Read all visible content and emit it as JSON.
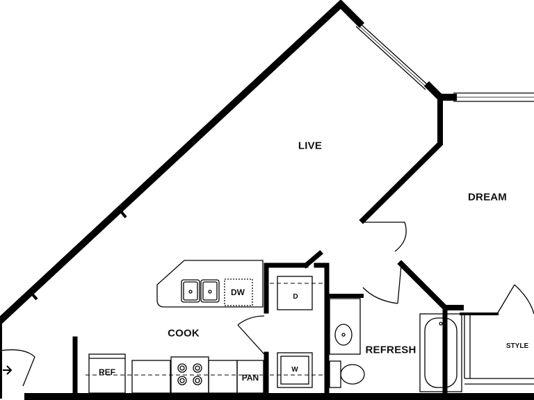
{
  "rooms": {
    "live": "LIVE",
    "dream": "DREAM",
    "cook": "COOK",
    "refresh": "REFRESH",
    "style": "STYLE"
  },
  "appliances": {
    "dishwasher": "DW",
    "dryer": "D",
    "washer": "W",
    "refrigerator": "REF",
    "pantry": "PAN"
  },
  "icons": {
    "entry": "arrow-right-icon"
  },
  "colors": {
    "wall": "#000000",
    "background": "#ffffff"
  }
}
